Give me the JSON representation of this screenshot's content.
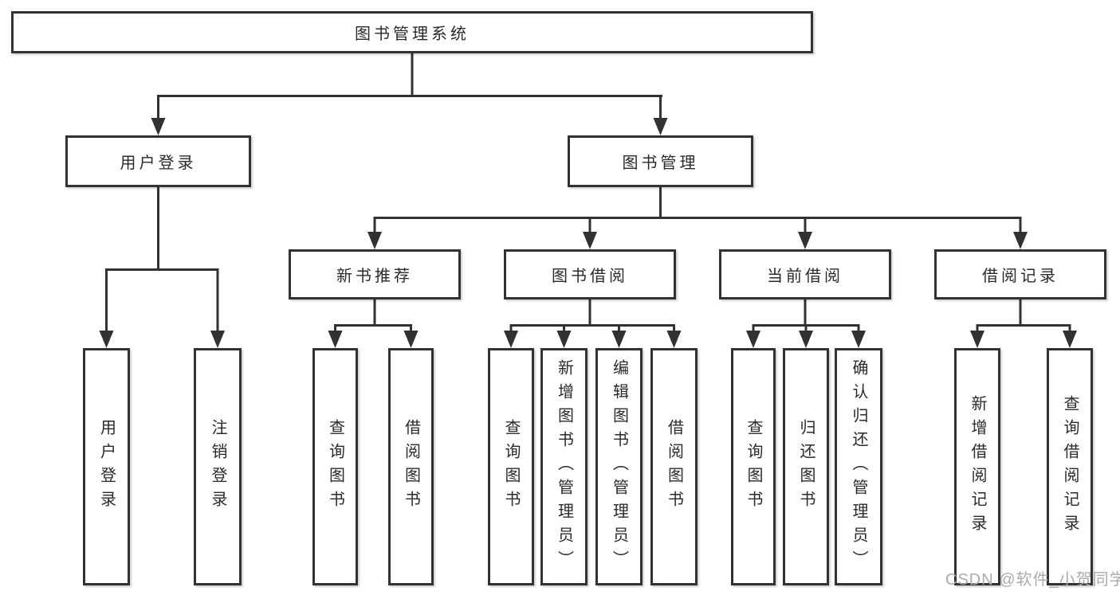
{
  "title": "图书管理系统",
  "watermark": "CSDN @软件_小贺同学",
  "colors": {
    "line": "#323232",
    "text": "#2a2a2a",
    "watermark": "#ababab",
    "background": "#ffffff"
  },
  "tree": {
    "root": {
      "label": "图书管理系统",
      "children": [
        {
          "label": "用户登录",
          "children": [
            {
              "label": "用户登录"
            },
            {
              "label": "注销登录"
            }
          ]
        },
        {
          "label": "图书管理",
          "children": [
            {
              "label": "新书推荐",
              "children": [
                {
                  "label": "查询图书"
                },
                {
                  "label": "借阅图书"
                }
              ]
            },
            {
              "label": "图书借阅",
              "children": [
                {
                  "label": "查询图书"
                },
                {
                  "label": "新增图书（管理员）"
                },
                {
                  "label": "编辑图书（管理员）"
                },
                {
                  "label": "借阅图书"
                }
              ]
            },
            {
              "label": "当前借阅",
              "children": [
                {
                  "label": "查询图书"
                },
                {
                  "label": "归还图书"
                },
                {
                  "label": "确认归还（管理员）"
                }
              ]
            },
            {
              "label": "借阅记录",
              "children": [
                {
                  "label": "新增借阅记录"
                },
                {
                  "label": "查询借阅记录"
                }
              ]
            }
          ]
        }
      ]
    }
  }
}
